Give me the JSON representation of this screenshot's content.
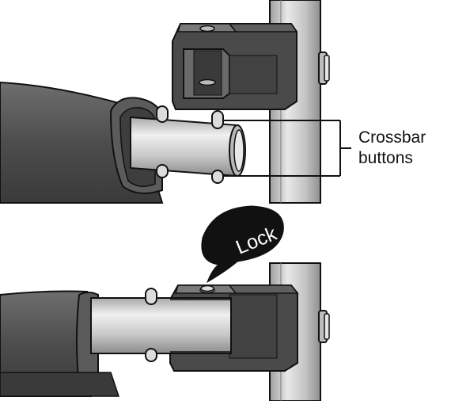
{
  "labels": {
    "crossbar_line1": "Crossbar",
    "crossbar_line2": "buttons",
    "lock": "Lock"
  },
  "colors": {
    "post_fill": "#c4c4c4",
    "post_light": "#e6e6e6",
    "bracket_dark": "#4a4a4a",
    "bracket_mid": "#6a6a6a",
    "bracket_light": "#8a8a8a",
    "body_dark": "#555555",
    "tube_fill": "#c9c9c9",
    "tube_light": "#eeeeee",
    "button_fill": "#dcdcdc",
    "outline": "#111111",
    "lock_bubble": "#111111"
  },
  "icons": [
    "crossbar-button-icon",
    "speech-bubble-icon"
  ]
}
